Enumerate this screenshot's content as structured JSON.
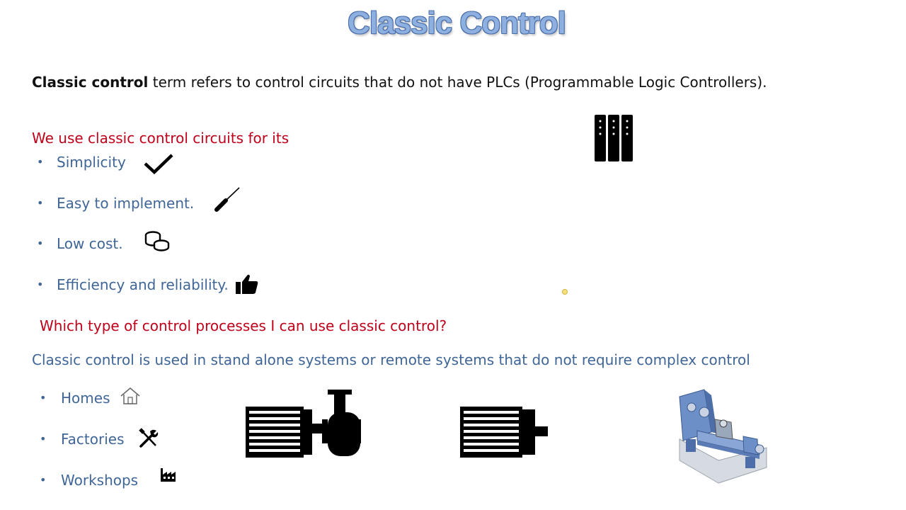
{
  "title": "Classic Control",
  "intro": {
    "bold": "Classic control",
    "rest": " term refers to control circuits that do not have PLCs (Programmable Logic Controllers)."
  },
  "reasons_heading": "We use classic control circuits for its",
  "reasons": [
    {
      "label": "Simplicity",
      "icon": "checkmark-icon"
    },
    {
      "label": "Easy to implement.",
      "icon": "screwdriver-icon"
    },
    {
      "label": "Low cost.",
      "icon": "coins-icon"
    },
    {
      "label": "Efficiency and reliability.",
      "icon": "thumbs-up-icon"
    }
  ],
  "question": "Which type of control processes I can use classic control?",
  "answer": "Classic control is used in stand alone systems or remote systems that do not require complex control",
  "uses": [
    {
      "label": "Homes",
      "icon": "house-icon"
    },
    {
      "label": "Factories",
      "icon": "tools-icon"
    },
    {
      "label": "Workshops",
      "icon": "factory-icon"
    }
  ],
  "illustrations": [
    "server-rack-icon",
    "motor-pump-icon",
    "electric-motor-icon",
    "lathe-machine-icon"
  ]
}
